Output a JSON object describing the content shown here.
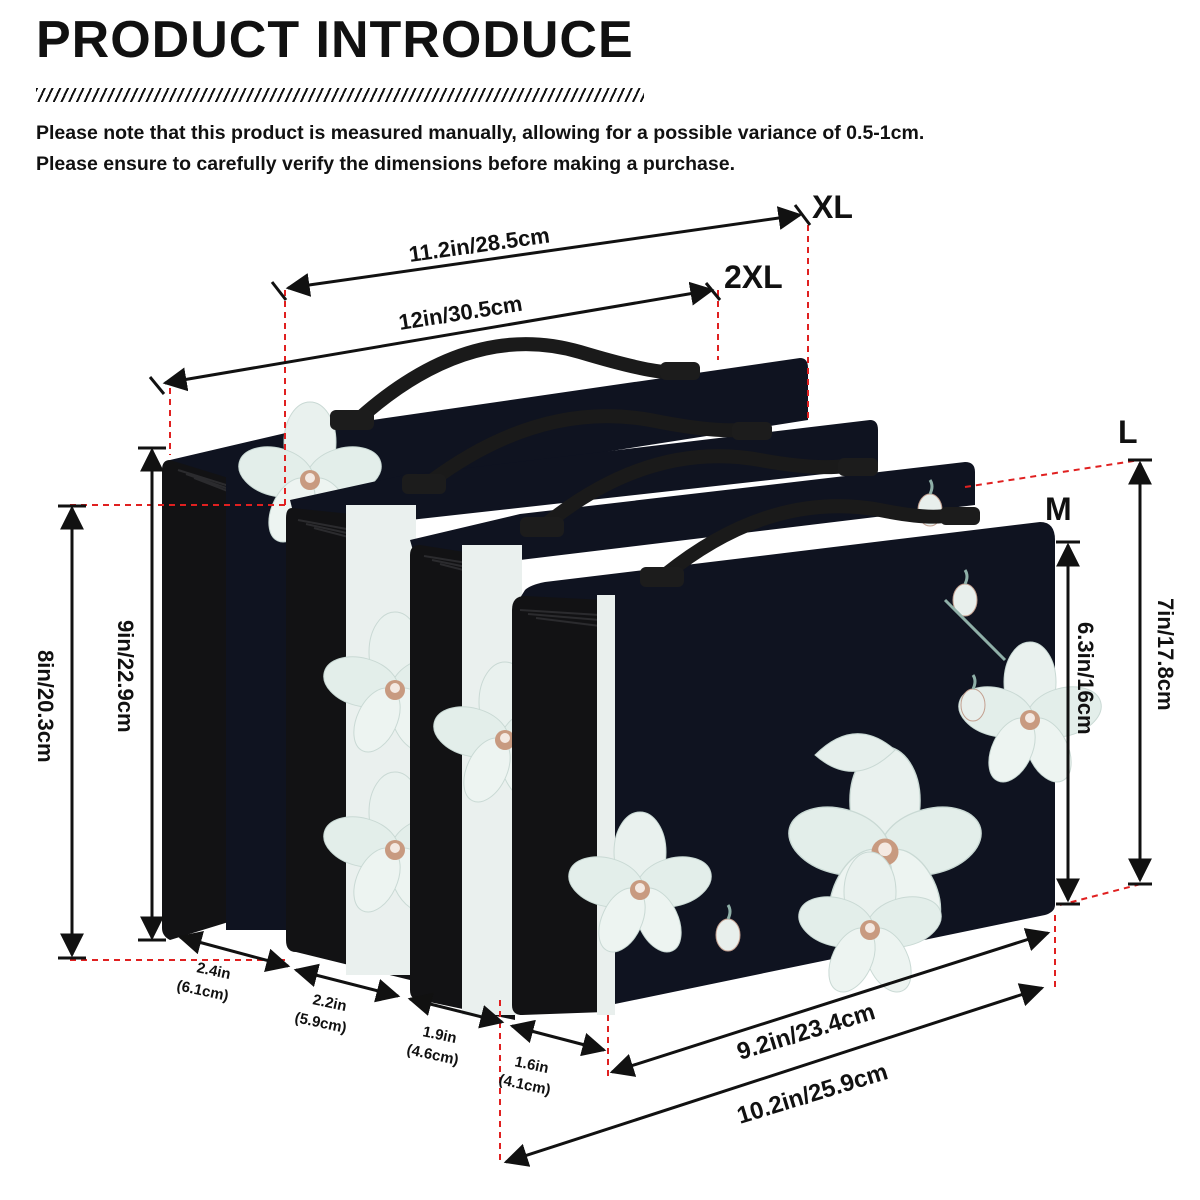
{
  "header": {
    "title": "PRODUCT INTRODUCE",
    "note_line1": "Please note that this product is measured manually, allowing for a possible variance of 0.5-1cm.",
    "note_line2": "Please ensure to carefully verify the dimensions before making a purchase."
  },
  "sizes": {
    "xl": "XL",
    "xxl": "2XL",
    "l": "L",
    "m": "M"
  },
  "dimensions": {
    "xl_width": "11.2in/28.5cm",
    "xxl_width": "12in/30.5cm",
    "xxl_height": "9in/22.9cm",
    "xl_height": "8in/20.3cm",
    "m_height": "6.3in/16cm",
    "l_height": "7in/17.8cm",
    "depth1_in": "2.4in",
    "depth1_cm": "(6.1cm)",
    "depth2_in": "2.2in",
    "depth2_cm": "(5.9cm)",
    "depth3_in": "1.9in",
    "depth3_cm": "(4.6cm)",
    "depth4_in": "1.6in",
    "depth4_cm": "(4.1cm)",
    "m_length": "9.2in/23.4cm",
    "l_length": "10.2in/25.9cm"
  },
  "colors": {
    "case_body": "#0f1320",
    "zipper": "#121214",
    "orchid": "#e9f1ee",
    "orchid_vein": "#b98a73",
    "dashed_guide": "#e02020",
    "dimension_line": "#111111"
  }
}
